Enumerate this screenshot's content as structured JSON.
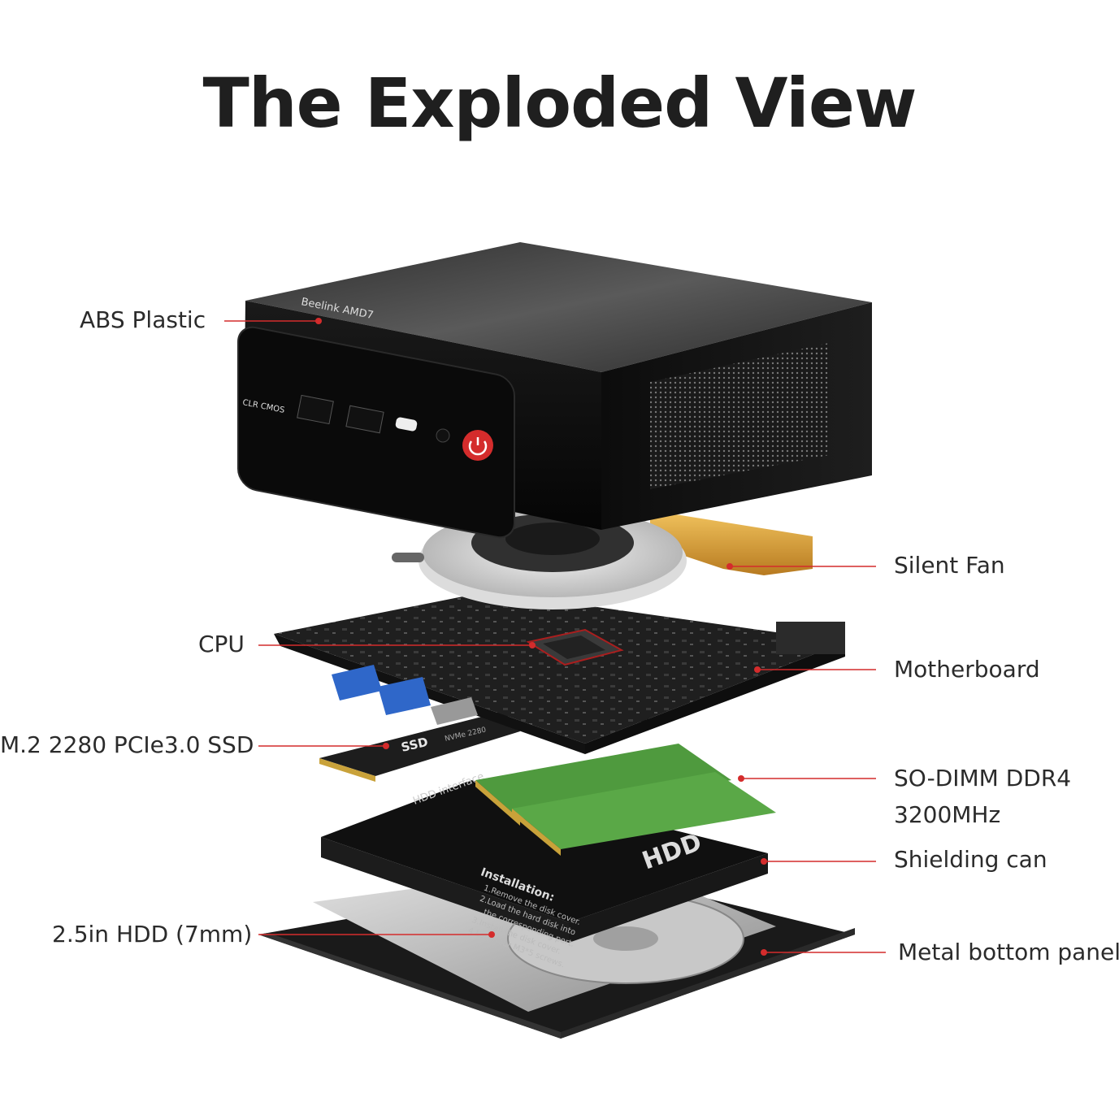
{
  "title": "The Exploded View",
  "device": {
    "brand_text": "Beelink AMD7",
    "clr_cmos_label": "CLR CMOS"
  },
  "ssd_marking": {
    "text": "SSD",
    "sub": "NVMe 2280"
  },
  "hdd_cover": {
    "interface_label": "HDD interface",
    "hdd_label": "HDD",
    "installation_title": "Installation:",
    "steps": [
      "1.Remove the disk cover.",
      "2.Load the hard disk into",
      "the corresponding port.",
      "3.Install the disk cover.",
      "4.Lock four M3*5 screws."
    ]
  },
  "callouts": {
    "abs_plastic": "ABS Plastic",
    "silent_fan": "Silent Fan",
    "cpu": "CPU",
    "motherboard": "Motherboard",
    "ssd": "M.2 2280 PCIe3.0 SSD",
    "ram_line1": "SO-DIMM DDR4",
    "ram_line2": "3200MHz",
    "shielding": "Shielding can",
    "hdd": "2.5in HDD (7mm)",
    "bottom_panel": "Metal bottom panel"
  },
  "colors": {
    "accent": "#d42c2c",
    "case": "#141414",
    "fan_orange": "#e0a53a",
    "pcb": "#1c1c1c",
    "ram_green": "#4f9a3e"
  }
}
